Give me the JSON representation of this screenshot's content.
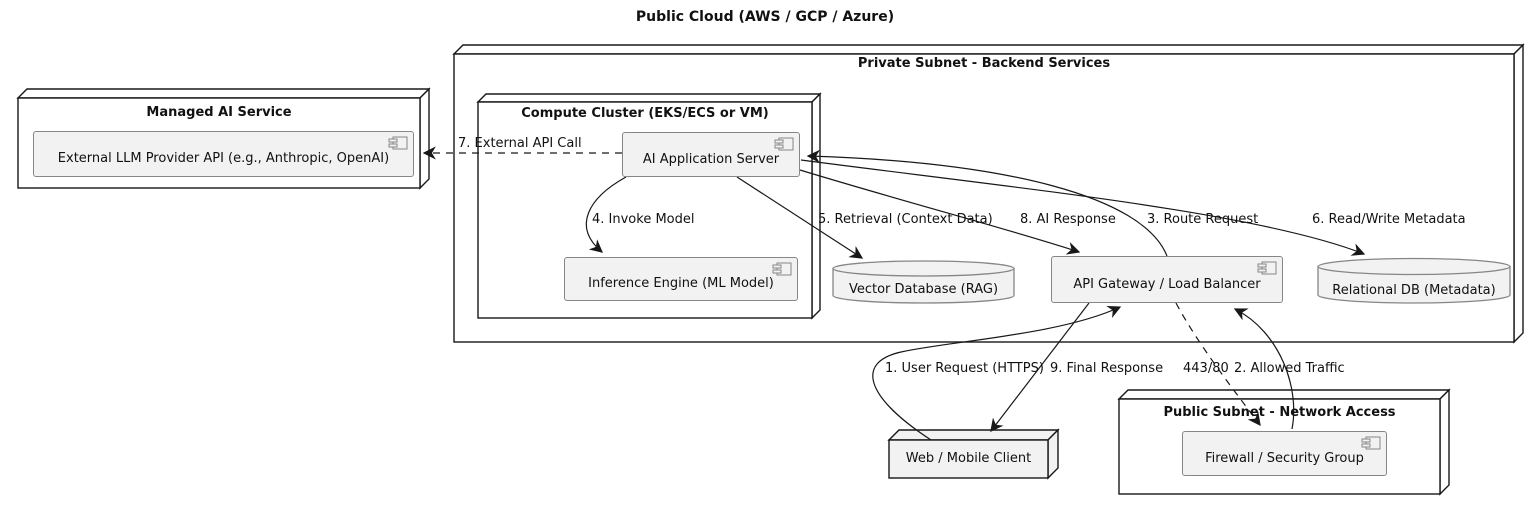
{
  "diagram": {
    "title": "Public Cloud (AWS / GCP / Azure)",
    "kind": "deployment-diagram"
  },
  "nodes": {
    "managed_ai": {
      "title": "Managed AI Service"
    },
    "private_subnet": {
      "title": "Private Subnet - Backend Services"
    },
    "compute_cluster": {
      "title": "Compute Cluster (EKS/ECS or VM)"
    },
    "public_subnet": {
      "title": "Public Subnet - Network Access"
    },
    "web_client": {
      "label": "Web / Mobile Client"
    }
  },
  "components": {
    "llm_api": {
      "label": "External LLM Provider API (e.g., Anthropic, OpenAI)"
    },
    "ai_app_server": {
      "label": "AI Application Server"
    },
    "inference_engine": {
      "label": "Inference Engine (ML Model)"
    },
    "api_gateway": {
      "label": "API Gateway / Load Balancer"
    },
    "firewall": {
      "label": "Firewall / Security Group"
    }
  },
  "databases": {
    "vector_db": {
      "label": "Vector Database (RAG)"
    },
    "relational_db": {
      "label": "Relational DB (Metadata)"
    }
  },
  "edges": {
    "user_request": {
      "label": "1. User Request (HTTPS)",
      "from": "Web / Mobile Client",
      "to": "API Gateway / Load Balancer",
      "style": "solid"
    },
    "allowed_traffic": {
      "label": "2. Allowed Traffic",
      "from": "Firewall / Security Group",
      "to": "API Gateway / Load Balancer",
      "style": "solid"
    },
    "route_request": {
      "label": "3. Route Request",
      "from": "API Gateway / Load Balancer",
      "to": "AI Application Server",
      "style": "solid"
    },
    "invoke_model": {
      "label": "4. Invoke Model",
      "from": "AI Application Server",
      "to": "Inference Engine (ML Model)",
      "style": "solid"
    },
    "retrieval": {
      "label": "5. Retrieval (Context Data)",
      "from": "AI Application Server",
      "to": "Vector Database (RAG)",
      "style": "solid"
    },
    "read_write": {
      "label": "6. Read/Write Metadata",
      "from": "AI Application Server",
      "to": "Relational DB (Metadata)",
      "style": "solid"
    },
    "external_api_call": {
      "label": "7. External API Call",
      "from": "AI Application Server",
      "to": "External LLM Provider API (e.g., Anthropic, OpenAI)",
      "style": "dashed"
    },
    "ai_response": {
      "label": "8. AI Response",
      "from": "AI Application Server",
      "to": "API Gateway / Load Balancer",
      "style": "solid"
    },
    "final_response": {
      "label": "9. Final Response",
      "from": "API Gateway / Load Balancer",
      "to": "Web / Mobile Client",
      "style": "solid"
    },
    "ports": {
      "label": "443/80",
      "from": "API Gateway / Load Balancer",
      "to": "Firewall / Security Group",
      "style": "dashed"
    }
  },
  "colors": {
    "node_fill": "#ffffff",
    "node_border": "#181818",
    "component_fill": "#f2f2f2",
    "component_border": "#868686",
    "client_fill": "#f2f2f2",
    "arrow": "#181818",
    "text": "#111111",
    "background": "#ffffff"
  }
}
